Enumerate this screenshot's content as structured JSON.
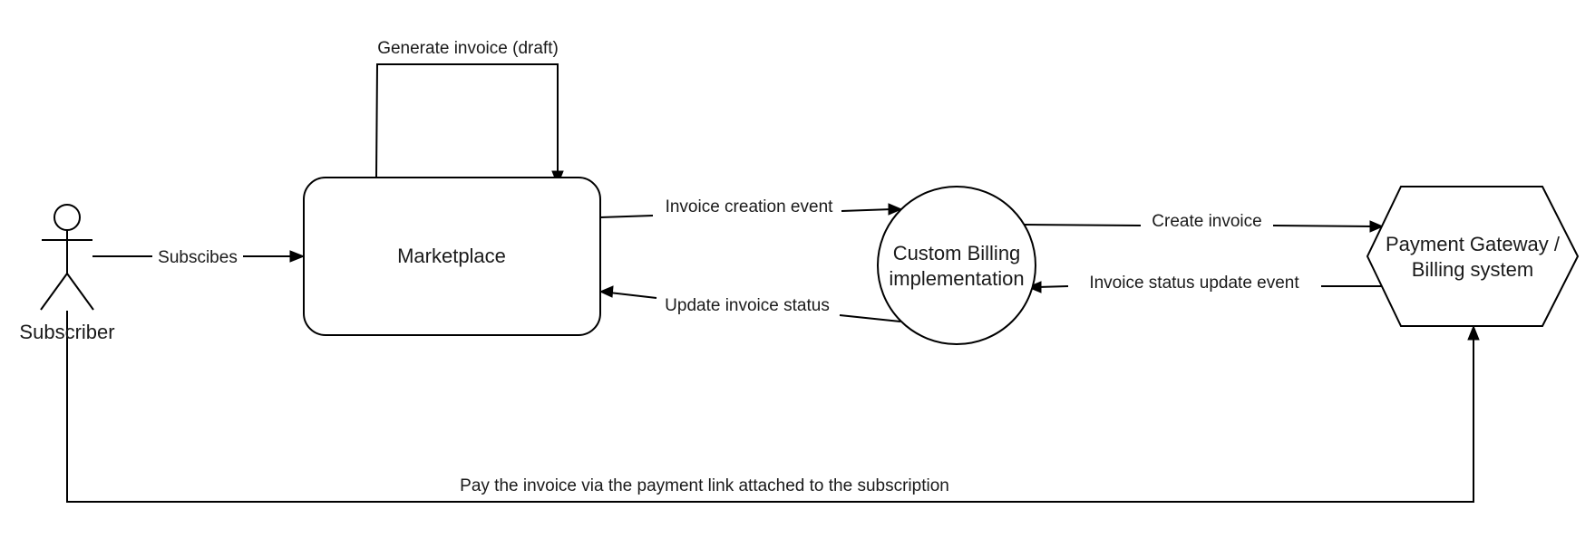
{
  "nodes": {
    "subscriber": {
      "label": "Subscriber"
    },
    "marketplace": {
      "label": "Marketplace"
    },
    "custom_billing": {
      "line1": "Custom Billing",
      "line2": "implementation"
    },
    "payment_gateway": {
      "line1": "Payment Gateway /",
      "line2": "Billing system"
    }
  },
  "edges": {
    "subscribes": "Subscibes",
    "generate_invoice": "Generate invoice (draft)",
    "invoice_creation_event": "Invoice creation event",
    "update_invoice_status": "Update invoice status",
    "create_invoice": "Create invoice",
    "invoice_status_update_event": "Invoice status update event",
    "pay_invoice": "Pay the invoice via the payment link attached to the subscription"
  }
}
